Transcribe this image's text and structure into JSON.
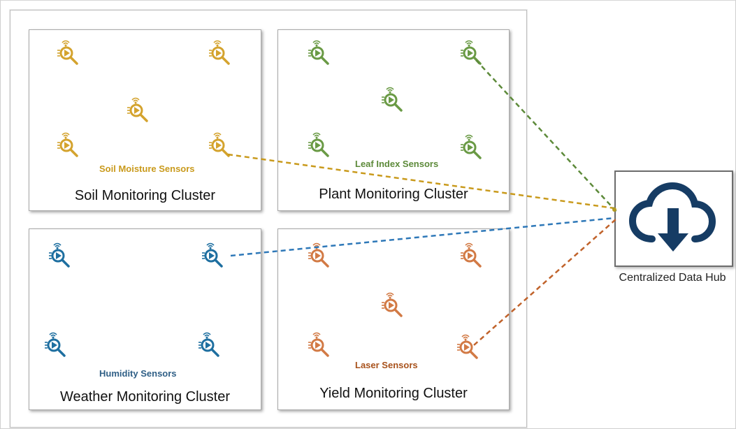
{
  "clusters": {
    "soil": {
      "title": "Soil Monitoring Cluster",
      "sensor_label": "Soil Moisture Sensors",
      "color": "#d4a32e"
    },
    "plant": {
      "title": "Plant Monitoring Cluster",
      "sensor_label": "Leaf Index Sensors",
      "color": "#6a9a45"
    },
    "weather": {
      "title": "Weather Monitoring Cluster",
      "sensor_label": "Humidity Sensors",
      "color": "#1e6fa0"
    },
    "yield": {
      "title": "Yield Monitoring Cluster",
      "sensor_label": "Laser Sensors",
      "color": "#d27a45"
    }
  },
  "hub": {
    "label": "Centralized Data Hub",
    "icon": "cloud-download-icon",
    "color": "#163c64"
  },
  "link_colors": {
    "soil": "#c99a1c",
    "plant": "#5d8a3a",
    "weather": "#2e78b8",
    "yield": "#c0622a"
  },
  "label_colors": {
    "soil": "#c99a1c",
    "plant": "#5d8a3a",
    "weather": "#2f5f86",
    "yield": "#a8521c"
  }
}
